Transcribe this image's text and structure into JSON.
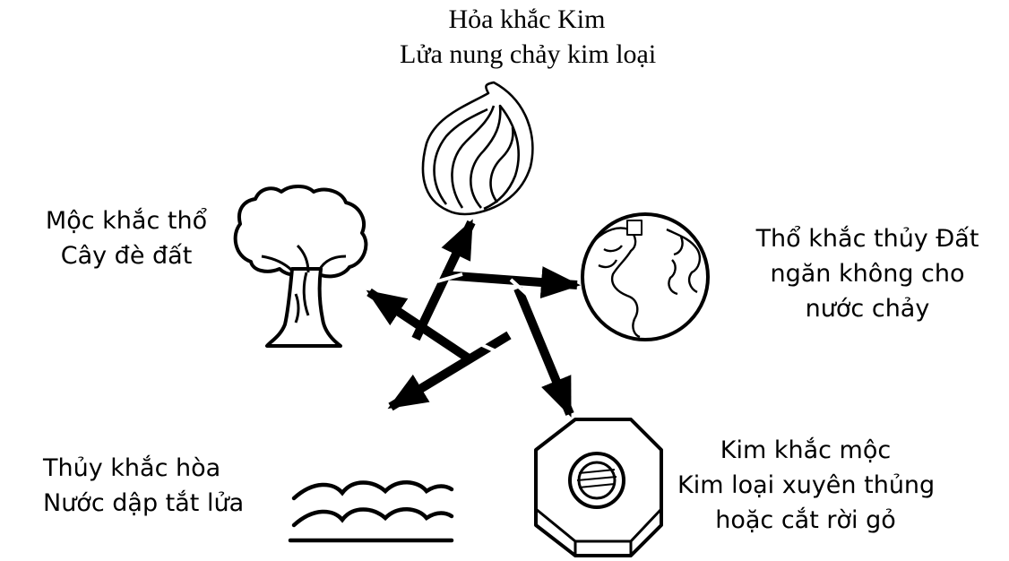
{
  "labels": {
    "fire": {
      "line1": "Hỏa khắc Kim",
      "line2": "Lửa nung chảy kim loại"
    },
    "wood": {
      "line1": "Mộc khắc thổ",
      "line2": "Cây đè đất"
    },
    "earth": {
      "line1": "Thổ khắc thủy Đất",
      "line2": "ngăn không cho",
      "line3": "nước chảy"
    },
    "water": {
      "line1": "Thủy khắc hòa",
      "line2": "Nước dập tắt lửa"
    },
    "metal": {
      "line1": "Kim khắc mộc",
      "line2": "Kim loại xuyên thủng",
      "line3": "hoặc cắt rời gỏ"
    }
  },
  "icons": {
    "fire": "flame-icon",
    "wood": "tree-icon",
    "earth": "globe-icon",
    "water": "waves-icon",
    "metal": "hex-nut-icon"
  },
  "colors": {
    "ink": "#000000",
    "paper": "#ffffff"
  }
}
